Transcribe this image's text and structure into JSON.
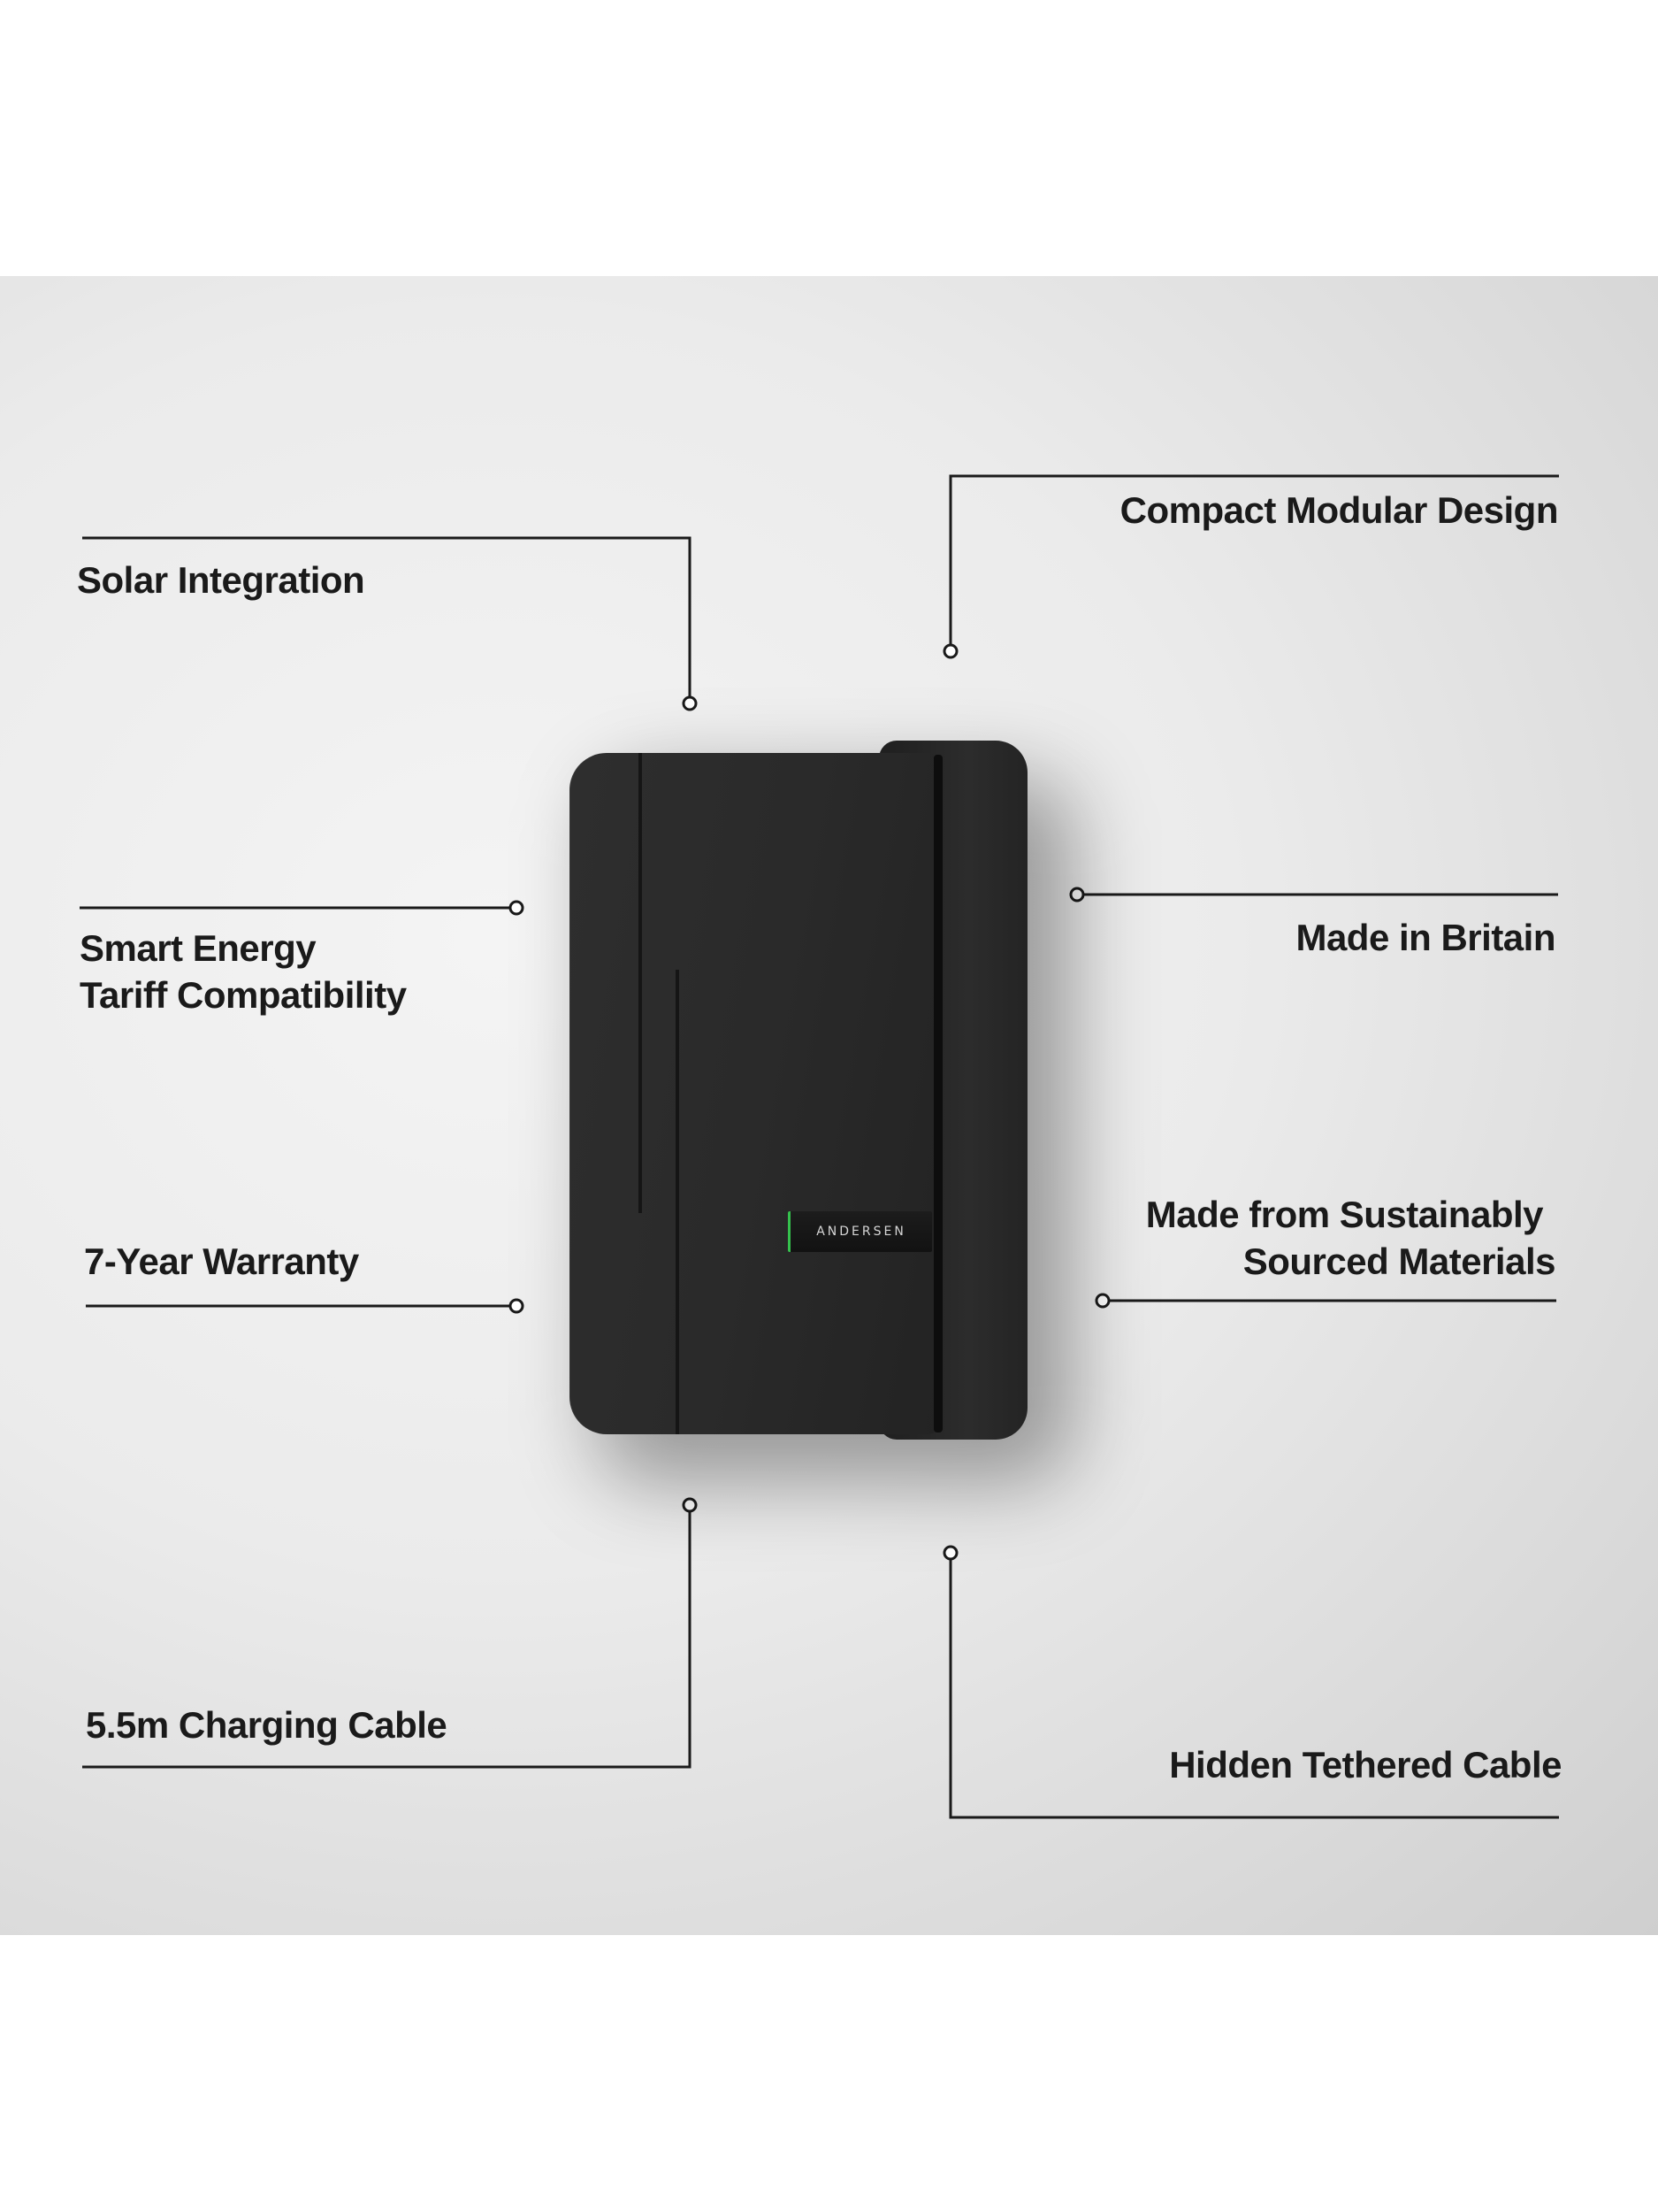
{
  "product": {
    "brand_badge": "ANDERSEN"
  },
  "features": {
    "solar_integration": [
      "Solar Integration"
    ],
    "compact_modular_design": [
      "Compact Modular Design"
    ],
    "smart_energy": [
      "Smart Energy",
      "Tariff Compatibility"
    ],
    "made_in_britain": [
      "Made in Britain"
    ],
    "warranty": [
      "7-Year Warranty"
    ],
    "sustainable_materials": [
      "Made from Sustainably",
      "Sourced Materials"
    ],
    "charging_cable": [
      "5.5m Charging Cable"
    ],
    "hidden_tethered_cable": [
      "Hidden Tethered Cable"
    ]
  },
  "colors": {
    "text": "#1a1a1a",
    "line": "#1a1a1a",
    "charger_body": "#2a2a2a",
    "badge_accent": "#35c24d"
  }
}
